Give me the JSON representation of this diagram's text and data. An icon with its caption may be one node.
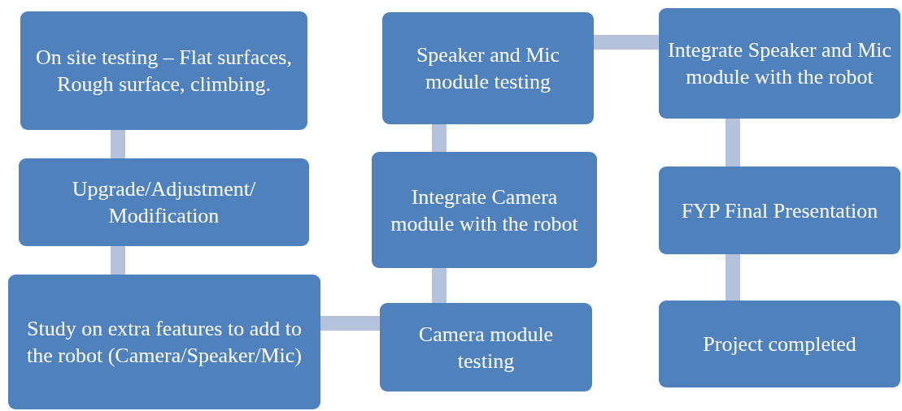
{
  "diagram": {
    "nodes": [
      {
        "text": [
          "On site testing – Flat surfaces, Rough surface, climbing."
        ]
      },
      {
        "text": [
          "Upgrade/Adjustment/ Modification"
        ]
      },
      {
        "text": [
          "Study on extra features to add to the robot (Camera/Speaker/Mic)"
        ]
      },
      {
        "text": [
          "Speaker and Mic module testing"
        ]
      },
      {
        "text": [
          "Integrate Camera module with the robot"
        ]
      },
      {
        "text": [
          "Camera module testing"
        ]
      },
      {
        "text": [
          "Integrate Speaker and Mic module with the robot"
        ]
      },
      {
        "text": [
          "FYP Final Presentation"
        ]
      },
      {
        "text": [
          "Project completed"
        ]
      }
    ],
    "edges": [
      {
        "from": 0,
        "to": 1,
        "arrow": "none"
      },
      {
        "from": 1,
        "to": 2,
        "arrow": "none"
      },
      {
        "from": 2,
        "to": 5,
        "arrow": "none"
      },
      {
        "from": 5,
        "to": 4,
        "arrow": "none"
      },
      {
        "from": 4,
        "to": 3,
        "arrow": "none"
      },
      {
        "from": 3,
        "to": 6,
        "arrow": "none"
      },
      {
        "from": 6,
        "to": 7,
        "arrow": "none"
      },
      {
        "from": 7,
        "to": 8,
        "arrow": "none"
      }
    ]
  }
}
